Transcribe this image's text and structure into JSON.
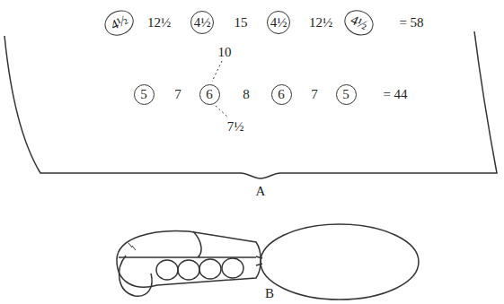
{
  "diagram": {
    "nodes": [
      {
        "text": [
          "4½"
        ]
      },
      {
        "text": [
          "4½"
        ]
      },
      {
        "text": [
          "4½"
        ]
      },
      {
        "text": [
          "4½"
        ]
      },
      {
        "text": [
          "5"
        ]
      },
      {
        "text": [
          "6"
        ]
      },
      {
        "text": [
          "6"
        ]
      },
      {
        "text": [
          "5"
        ]
      }
    ],
    "labels": [
      "12½",
      "15",
      "12½",
      "= 58",
      "10",
      "7",
      "8",
      "7",
      "= 44",
      "7½",
      "A",
      "B"
    ]
  }
}
